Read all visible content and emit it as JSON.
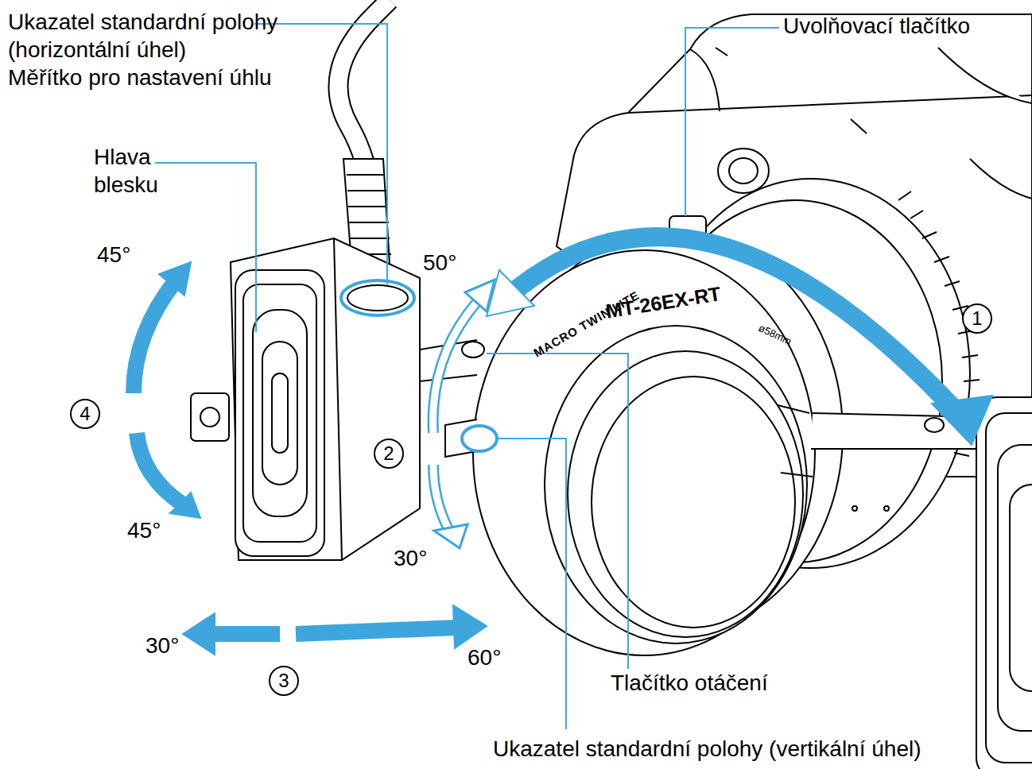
{
  "diagram": {
    "labels": [
      "Ukazatel standardní polohy (horizontální úhel)",
      "Měřítko pro nastavení úhlu",
      "Hlava blesku",
      "Uvolňovací tlačítko",
      "45°",
      "50°",
      "1",
      "4",
      "2",
      "45°",
      "30°",
      "30°",
      "3",
      "60°",
      "Tlačítko otáčení",
      "Ukazatel standardní polohy (vertikální úhel)",
      "MACRO TWIN LITE",
      "MT-26EX-RT",
      "ø58mm"
    ]
  }
}
